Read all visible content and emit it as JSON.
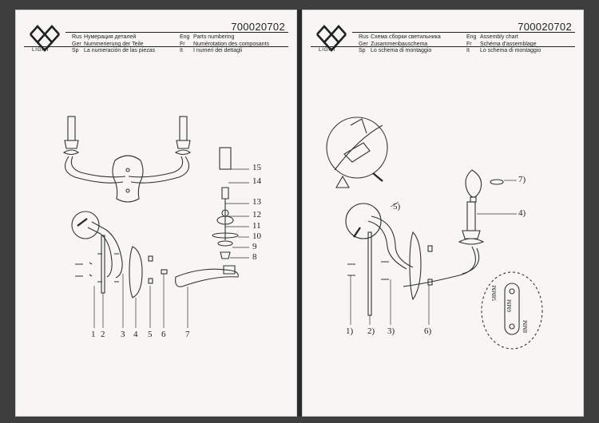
{
  "left_page": {
    "product_code": "700020702",
    "logo_text": "LIGHT",
    "languages": [
      {
        "code": "Rus",
        "text": "Нумерация деталей",
        "code2": "Eng",
        "text2": "Parts numbering"
      },
      {
        "code": "Ger",
        "text": "Nummerierung der Teile",
        "code2": "Fr",
        "text2": "Numérotation des composants"
      },
      {
        "code": "Sp",
        "text": "La numeración de las piezas",
        "code2": "It",
        "text2": "I numeri dei dettagli"
      }
    ],
    "callouts_right": [
      "15",
      "14",
      "13",
      "12",
      "11",
      "10",
      "9",
      "8"
    ],
    "callouts_bottom": [
      "1",
      "2",
      "3",
      "4",
      "5",
      "6",
      "7"
    ]
  },
  "right_page": {
    "product_code": "700020702",
    "logo_text": "LIGHT",
    "languages": [
      {
        "code": "Rus",
        "text": "Схема сборки светильника",
        "code2": "Eng",
        "text2": "Assembly chart"
      },
      {
        "code": "Ger",
        "text": "Zusammenbauschema",
        "code2": "Fr",
        "text2": "Schéma d'assemblage"
      },
      {
        "code": "Sp",
        "text": "Lo schema di montaggio",
        "code2": "It",
        "text2": "Lo schema di montaggio"
      }
    ],
    "callouts": [
      "7)",
      "5)",
      "4)"
    ],
    "callouts_bottom": [
      "1)",
      "2)",
      "3)",
      "6)"
    ],
    "detail_labels": [
      "58MM",
      "6MM",
      "8MM"
    ]
  }
}
